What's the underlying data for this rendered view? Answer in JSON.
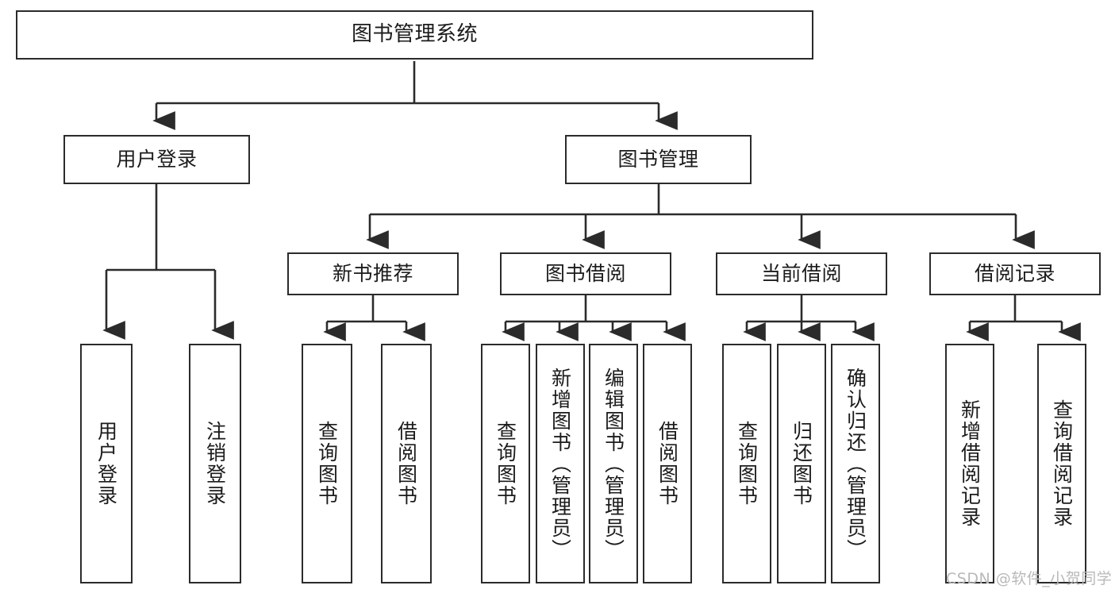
{
  "diagram": {
    "title": "图书管理系统",
    "type": "hierarchy-tree",
    "root": {
      "id": "root",
      "label": "图书管理系统"
    },
    "level1": [
      {
        "id": "user-login",
        "label": "用户登录"
      },
      {
        "id": "book-manage",
        "label": "图书管理"
      }
    ],
    "level2": [
      {
        "id": "new-book-recommend",
        "label": "新书推荐"
      },
      {
        "id": "book-borrow",
        "label": "图书借阅"
      },
      {
        "id": "current-borrow",
        "label": "当前借阅"
      },
      {
        "id": "borrow-record",
        "label": "借阅记录"
      }
    ],
    "leaves": [
      {
        "id": "leaf-user-login",
        "label": "用户登录",
        "parent": "user-login"
      },
      {
        "id": "leaf-logout",
        "label": "注销登录",
        "parent": "user-login"
      },
      {
        "id": "leaf-query-book-1",
        "label": "查询图书",
        "parent": "new-book-recommend"
      },
      {
        "id": "leaf-borrow-book-1",
        "label": "借阅图书",
        "parent": "new-book-recommend"
      },
      {
        "id": "leaf-query-book-2",
        "label": "查询图书",
        "parent": "book-borrow"
      },
      {
        "id": "leaf-add-book",
        "label": "新增图书（管理员）",
        "parent": "book-borrow"
      },
      {
        "id": "leaf-edit-book",
        "label": "编辑图书（管理员）",
        "parent": "book-borrow"
      },
      {
        "id": "leaf-borrow-book-2",
        "label": "借阅图书",
        "parent": "book-borrow"
      },
      {
        "id": "leaf-query-book-3",
        "label": "查询图书",
        "parent": "current-borrow"
      },
      {
        "id": "leaf-return-book",
        "label": "归还图书",
        "parent": "current-borrow"
      },
      {
        "id": "leaf-confirm-return",
        "label": "确认归还（管理员）",
        "parent": "current-borrow"
      },
      {
        "id": "leaf-add-record",
        "label": "新增借阅记录",
        "parent": "borrow-record"
      },
      {
        "id": "leaf-query-record",
        "label": "查询借阅记录",
        "parent": "borrow-record"
      }
    ],
    "colors": {
      "stroke": "#2b2b2b",
      "fill": "#ffffff",
      "text": "#1b1b1b",
      "watermark": "#b9b9b9"
    }
  },
  "watermark": {
    "text": "CSDN @软件_小贺同学"
  }
}
